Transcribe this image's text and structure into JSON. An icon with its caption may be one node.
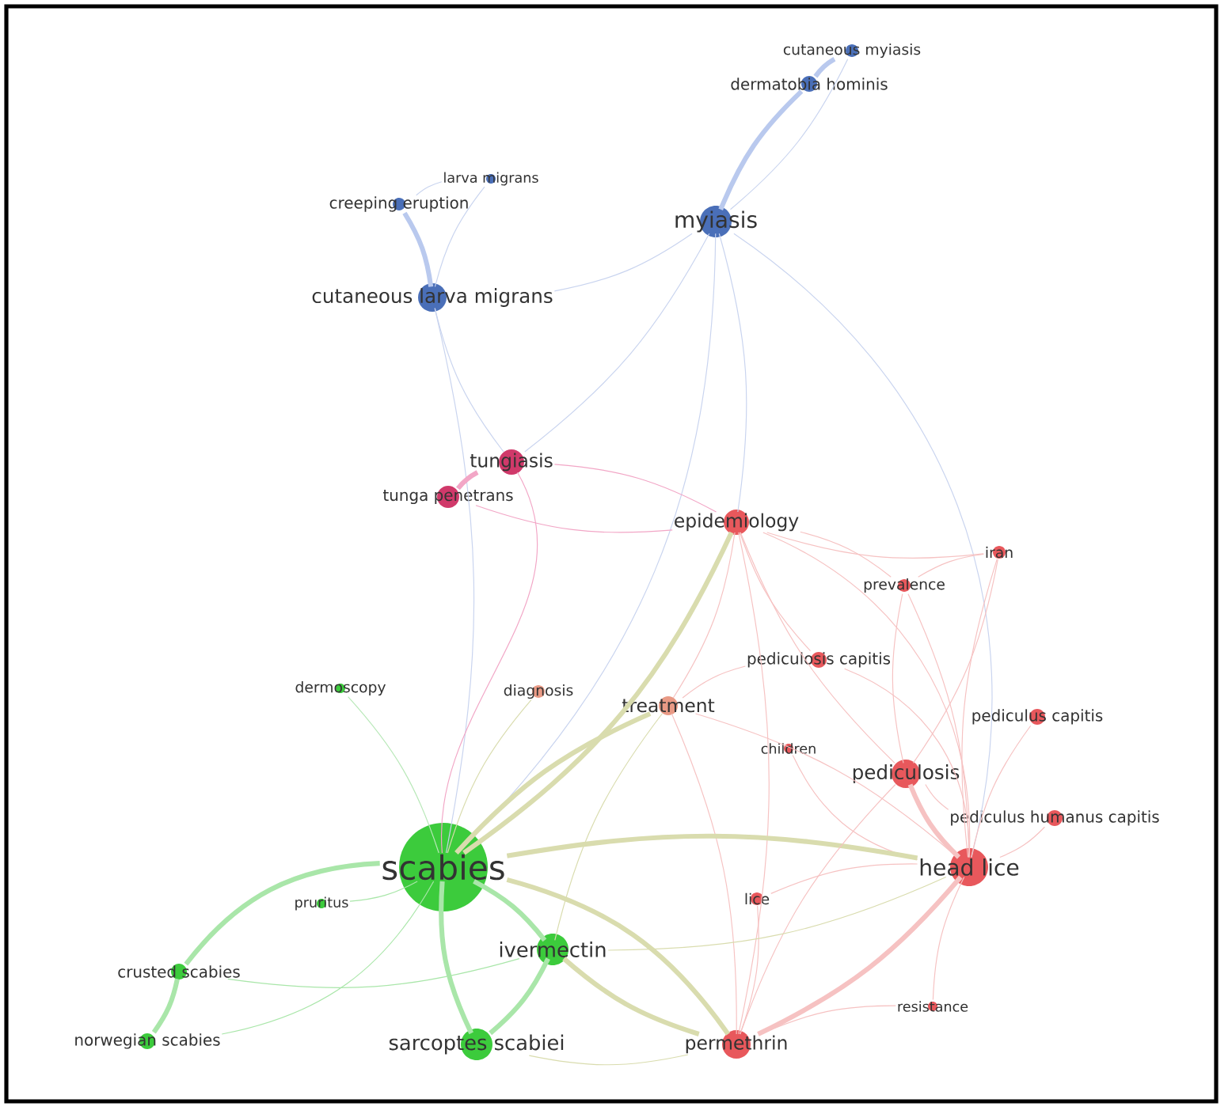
{
  "diagram": {
    "nodes": [
      {
        "text": [
          "cutaneous myiasis"
        ]
      },
      {
        "text": [
          "dermatobia hominis"
        ]
      },
      {
        "text": [
          "larva migrans"
        ]
      },
      {
        "text": [
          "creeping eruption"
        ]
      },
      {
        "text": [
          "myiasis"
        ]
      },
      {
        "text": [
          "cutaneous larva migrans"
        ]
      },
      {
        "text": [
          "tungiasis"
        ]
      },
      {
        "text": [
          "tunga penetrans"
        ]
      },
      {
        "text": [
          "epidemiology"
        ]
      },
      {
        "text": [
          "iran"
        ]
      },
      {
        "text": [
          "prevalence"
        ]
      },
      {
        "text": [
          "dermoscopy"
        ]
      },
      {
        "text": [
          "diagnosis"
        ]
      },
      {
        "text": [
          "pediculosis capitis"
        ]
      },
      {
        "text": [
          "treatment"
        ]
      },
      {
        "text": [
          "pediculus capitis"
        ]
      },
      {
        "text": [
          "children"
        ]
      },
      {
        "text": [
          "pediculosis"
        ]
      },
      {
        "text": [
          "pediculus humanus capitis"
        ]
      },
      {
        "text": [
          "scabies"
        ]
      },
      {
        "text": [
          "head lice"
        ]
      },
      {
        "text": [
          "pruritus"
        ]
      },
      {
        "text": [
          "lice"
        ]
      },
      {
        "text": [
          "ivermectin"
        ]
      },
      {
        "text": [
          "crusted scabies"
        ]
      },
      {
        "text": [
          "resistance"
        ]
      },
      {
        "text": [
          "norwegian scabies"
        ]
      },
      {
        "text": [
          "sarcoptes scabiei"
        ]
      },
      {
        "text": [
          "permethrin"
        ]
      }
    ],
    "edges": [
      {
        "from": 0,
        "to": 1,
        "arrow": "none",
        "style": "thick",
        "color": "#b9c9ee"
      },
      {
        "from": 1,
        "to": 4,
        "arrow": "none",
        "style": "thick",
        "color": "#b9c9ee"
      },
      {
        "from": 0,
        "to": 4,
        "arrow": "none",
        "color": "#c9d4ef"
      },
      {
        "from": 3,
        "to": 5,
        "arrow": "none",
        "style": "thick",
        "color": "#b9c9ee"
      },
      {
        "from": 2,
        "to": 5,
        "arrow": "none",
        "color": "#c9d4ef"
      },
      {
        "from": 2,
        "to": 3,
        "arrow": "none",
        "color": "#c9d4ef"
      },
      {
        "from": 5,
        "to": 4,
        "arrow": "none",
        "color": "#c9d4ef"
      },
      {
        "from": 5,
        "to": 6,
        "arrow": "none",
        "color": "#c9d4ef"
      },
      {
        "from": 5,
        "to": 19,
        "arrow": "none",
        "color": "#c9d4ef"
      },
      {
        "from": 4,
        "to": 6,
        "arrow": "none",
        "color": "#c9d4ef"
      },
      {
        "from": 4,
        "to": 8,
        "arrow": "none",
        "color": "#c9d4ef"
      },
      {
        "from": 4,
        "to": 19,
        "arrow": "none",
        "color": "#c9d4ef"
      },
      {
        "from": 4,
        "to": 20,
        "arrow": "none",
        "color": "#c9d4ef"
      },
      {
        "from": 6,
        "to": 7,
        "arrow": "none",
        "style": "thick",
        "color": "#f2a6c6"
      },
      {
        "from": 6,
        "to": 8,
        "arrow": "none",
        "color": "#f2a6c6"
      },
      {
        "from": 7,
        "to": 8,
        "arrow": "none",
        "color": "#f2a6c6"
      },
      {
        "from": 6,
        "to": 19,
        "arrow": "none",
        "color": "#f2a6c6"
      },
      {
        "from": 8,
        "to": 19,
        "arrow": "none",
        "style": "thick",
        "color": "#d9dcae"
      },
      {
        "from": 8,
        "to": 20,
        "arrow": "none"
      },
      {
        "from": 8,
        "to": 17,
        "arrow": "none"
      },
      {
        "from": 8,
        "to": 10,
        "arrow": "none"
      },
      {
        "from": 8,
        "to": 9,
        "arrow": "none"
      },
      {
        "from": 8,
        "to": 14,
        "arrow": "none"
      },
      {
        "from": 8,
        "to": 13,
        "arrow": "none"
      },
      {
        "from": 8,
        "to": 28,
        "arrow": "none"
      },
      {
        "from": 9,
        "to": 10,
        "arrow": "none"
      },
      {
        "from": 9,
        "to": 17,
        "arrow": "none"
      },
      {
        "from": 9,
        "to": 20,
        "arrow": "none"
      },
      {
        "from": 10,
        "to": 17,
        "arrow": "none"
      },
      {
        "from": 10,
        "to": 20,
        "arrow": "none"
      },
      {
        "from": 13,
        "to": 20,
        "arrow": "none"
      },
      {
        "from": 13,
        "to": 14,
        "arrow": "none"
      },
      {
        "from": 14,
        "to": 19,
        "arrow": "none",
        "style": "thick",
        "color": "#d9dcae"
      },
      {
        "from": 14,
        "to": 20,
        "arrow": "none"
      },
      {
        "from": 14,
        "to": 28,
        "arrow": "none"
      },
      {
        "from": 14,
        "to": 23,
        "arrow": "none",
        "color": "#d9dcae"
      },
      {
        "from": 12,
        "to": 19,
        "arrow": "none",
        "color": "#d9dcae"
      },
      {
        "from": 11,
        "to": 19,
        "arrow": "none",
        "color": "#b8e8b8"
      },
      {
        "from": 16,
        "to": 20,
        "arrow": "none"
      },
      {
        "from": 17,
        "to": 20,
        "arrow": "none",
        "style": "thick"
      },
      {
        "from": 17,
        "to": 18,
        "arrow": "none"
      },
      {
        "from": 15,
        "to": 20,
        "arrow": "none"
      },
      {
        "from": 18,
        "to": 20,
        "arrow": "none"
      },
      {
        "from": 20,
        "to": 28,
        "arrow": "none",
        "style": "thick"
      },
      {
        "from": 19,
        "to": 20,
        "arrow": "none",
        "style": "thick",
        "color": "#d9dcae"
      },
      {
        "from": 20,
        "to": 25,
        "arrow": "none"
      },
      {
        "from": 17,
        "to": 28,
        "arrow": "none"
      },
      {
        "from": 22,
        "to": 28,
        "arrow": "none"
      },
      {
        "from": 22,
        "to": 20,
        "arrow": "none"
      },
      {
        "from": 25,
        "to": 28,
        "arrow": "none"
      },
      {
        "from": 19,
        "to": 23,
        "arrow": "none",
        "style": "thick",
        "color": "#a9e6a9"
      },
      {
        "from": 19,
        "to": 27,
        "arrow": "none",
        "style": "thick",
        "color": "#a9e6a9"
      },
      {
        "from": 19,
        "to": 28,
        "arrow": "none",
        "style": "thick",
        "color": "#d9dcae"
      },
      {
        "from": 19,
        "to": 24,
        "arrow": "none",
        "style": "thick",
        "color": "#a9e6a9"
      },
      {
        "from": 19,
        "to": 26,
        "arrow": "none",
        "color": "#a9e6a9"
      },
      {
        "from": 19,
        "to": 21,
        "arrow": "none",
        "color": "#a9e6a9"
      },
      {
        "from": 24,
        "to": 26,
        "arrow": "none",
        "style": "thick",
        "color": "#a9e6a9"
      },
      {
        "from": 24,
        "to": 23,
        "arrow": "none",
        "color": "#a9e6a9"
      },
      {
        "from": 23,
        "to": 27,
        "arrow": "none",
        "style": "thick",
        "color": "#a9e6a9"
      },
      {
        "from": 23,
        "to": 28,
        "arrow": "none",
        "style": "thick",
        "color": "#d9dcae"
      },
      {
        "from": 27,
        "to": 28,
        "arrow": "none",
        "color": "#d9dcae"
      },
      {
        "from": 23,
        "to": 20,
        "arrow": "none",
        "color": "#d9dcae"
      }
    ]
  }
}
